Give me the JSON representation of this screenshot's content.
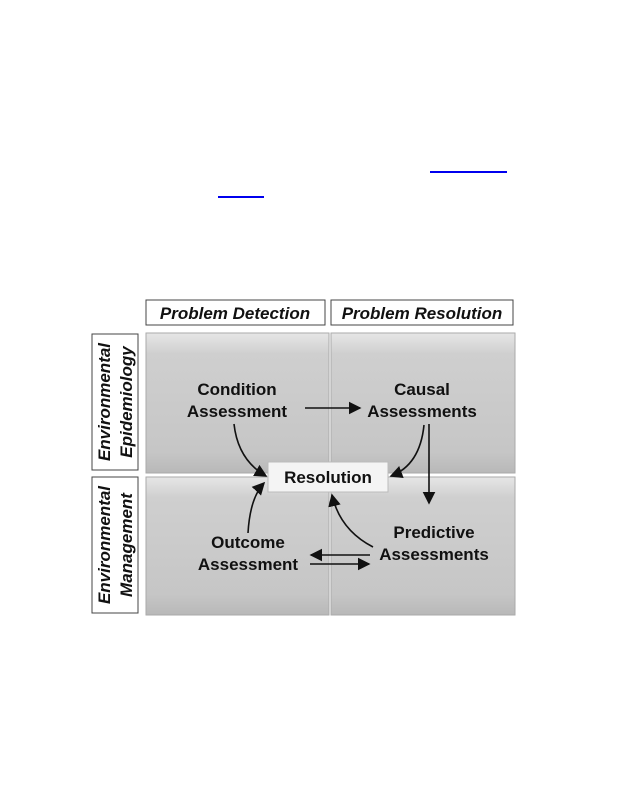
{
  "diagram": {
    "columns": [
      "Problem Detection",
      "Problem Resolution"
    ],
    "rows": [
      [
        "Environmental",
        "Epidemiology"
      ],
      [
        "Environmental",
        "Management"
      ]
    ],
    "nodes": {
      "condition": [
        "Condition",
        "Assessment"
      ],
      "causal": [
        "Causal",
        "Assessments"
      ],
      "resolution": "Resolution",
      "outcome": [
        "Outcome",
        "Assessment"
      ],
      "predictive": [
        "Predictive",
        "Assessments"
      ]
    },
    "colors": {
      "cell": "#c8c8c8",
      "link": "#0000ee"
    }
  }
}
